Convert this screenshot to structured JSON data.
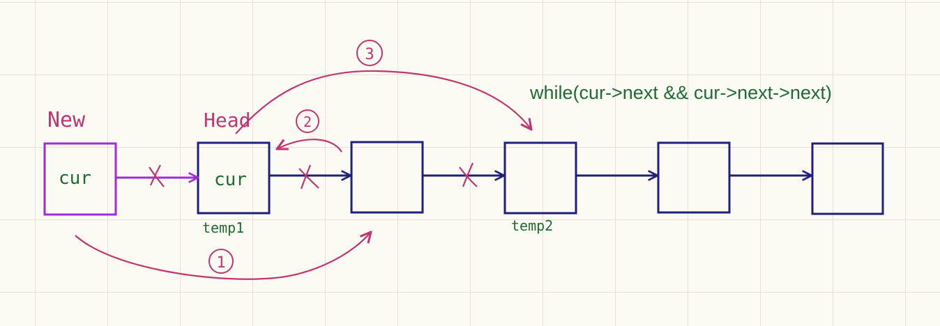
{
  "colors": {
    "magenta": "#c0346f",
    "purple": "#a12cd4",
    "navy": "#1f1f7d",
    "green": "#1e6b33",
    "grid": "#e3e1d8",
    "paper": "#fbfaf3"
  },
  "labels": {
    "new": "New",
    "head": "Head",
    "cur_new": "cur",
    "cur_head": "cur",
    "temp1": "temp1",
    "temp2": "temp2",
    "loop": "while(cur->next && cur->next->next)"
  },
  "steps": {
    "one": "1",
    "two": "2",
    "three": "3"
  },
  "icons": {
    "cross": "cross-icon",
    "arrow": "arrow-icon"
  }
}
